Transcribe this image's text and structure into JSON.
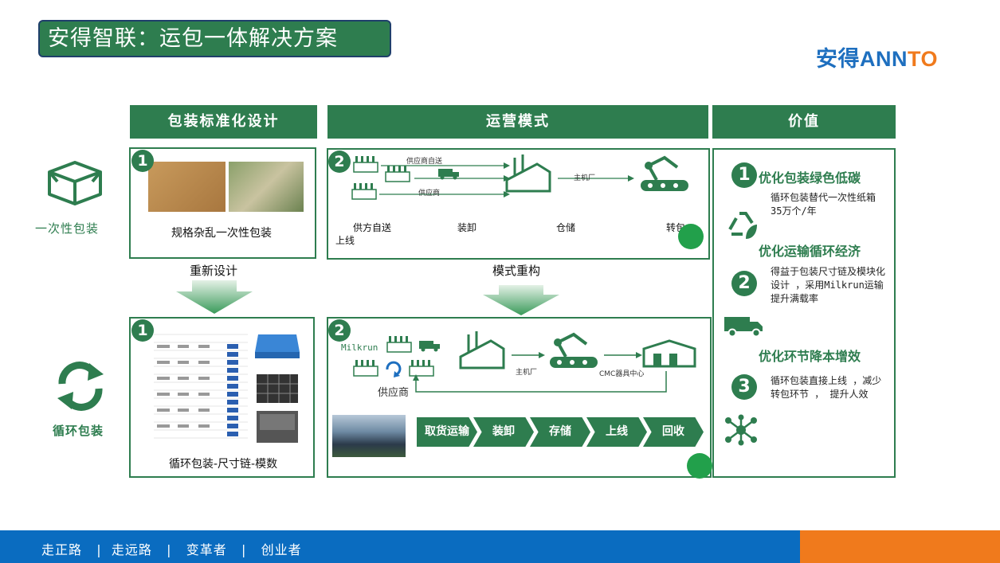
{
  "title": "安得智联：运包一体解决方案",
  "logo": {
    "cn": "安得",
    "en_a": "ANN",
    "en_b": "TO"
  },
  "headers": {
    "design": "包装标准化设计",
    "ops": "运营模式",
    "value": "价值"
  },
  "rows": {
    "disposable": "一次性包装",
    "recycle": "循环包装"
  },
  "design": {
    "num1": "1",
    "num2": "1",
    "caption_top": "规格杂乱一次性包装",
    "redesign": "重新设计",
    "caption_bottom": "循环包装-尺寸链-模数"
  },
  "ops": {
    "num1": "2",
    "num2": "2",
    "top": {
      "supplier_self": "供应商自送",
      "supplier": "供应商",
      "oem": "主机厂",
      "steps": [
        "供方自送",
        "装卸",
        "仓储",
        "转包"
      ],
      "step_extra": "上线"
    },
    "remodel": "模式重构",
    "bottom": {
      "milkrun": "Milkrun",
      "supplier": "供应商",
      "oem": "主机厂",
      "cmc": "CMC器具中心",
      "chevrons": [
        "取货运输",
        "装卸",
        "存储",
        "上线",
        "回收"
      ]
    }
  },
  "value": {
    "items": [
      {
        "num": "1",
        "title": "优化包装绿色低碳",
        "text": "循环包装替代一次性纸箱 35万个/年"
      },
      {
        "num": "2",
        "title": "优化运输循环经济",
        "text": "得益于包装尺寸链及模块化设计 ，采用Milkrun运输提升满载率"
      },
      {
        "num": "3",
        "title": "优化环节降本增效",
        "text": "循环包装直接上线 ，减少转包环节 ， 提升人效"
      }
    ]
  },
  "footer": {
    "text": "走正路   |  走远路   |   变革者   |   创业者"
  },
  "colors": {
    "green": "#2e7d4f",
    "blue": "#0a6cc0",
    "orange": "#f07a1c"
  }
}
